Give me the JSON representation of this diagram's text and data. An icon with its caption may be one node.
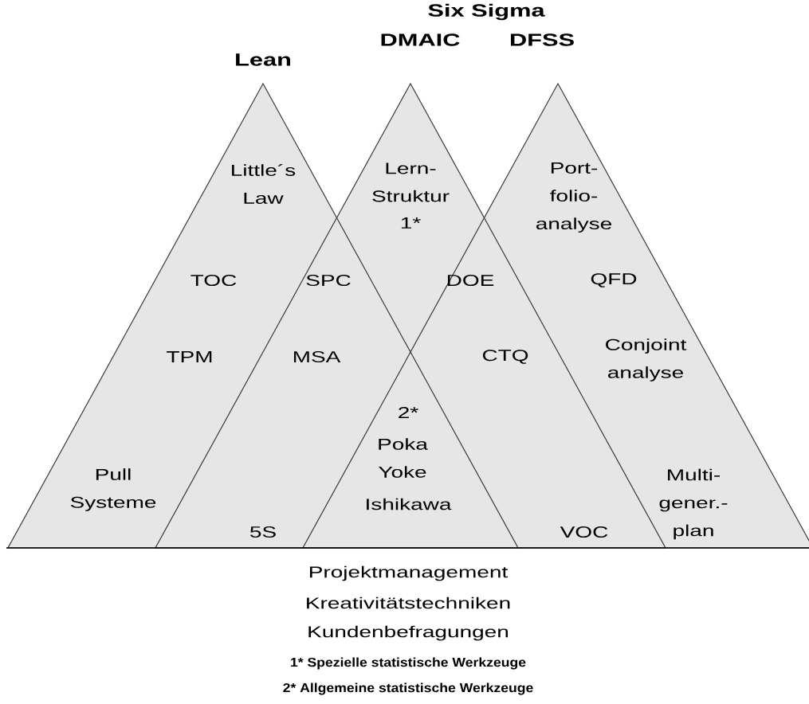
{
  "diagram": {
    "nodes": [
      {
        "text": [
          "Lean"
        ]
      },
      {
        "text": [
          "DMAIC"
        ]
      },
      {
        "text": [
          "DFSS"
        ]
      }
    ],
    "labels": [
      "Six Sigma",
      "Little´s Law",
      "Lern- Struktur",
      "1*",
      "Port- folio- analyse",
      "TOC",
      "SPC",
      "DOE",
      "QFD",
      "TPM",
      "MSA",
      "CTQ",
      "Conjoint analyse",
      "2*",
      "Poka Yoke",
      "Ishikawa",
      "Pull Systeme",
      "Multi- gener.- plan",
      "5S",
      "VOC",
      "Projektmanagement",
      "Kreativitätstechniken",
      "Kundenbefragungen",
      "1* Spezielle statistische Werkzeuge",
      "2* Allgemeine statistische Werkzeuge"
    ]
  }
}
